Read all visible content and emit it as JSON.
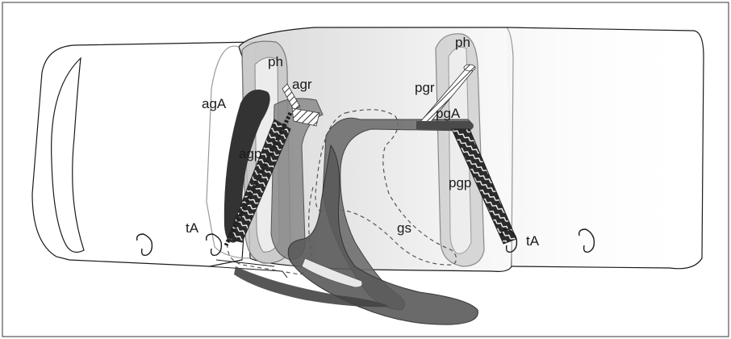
{
  "labels": {
    "ph_left": "ph",
    "agr": "agr",
    "agA": "agA",
    "agp": "agp",
    "tA_left": "tA",
    "ph_right": "ph",
    "pgr": "pgr",
    "pgA": "pgA",
    "pgp": "pgp",
    "gs": "gs",
    "tA_right": "tA"
  },
  "colors": {
    "outline": "#1a1a1a",
    "segment_fill": "#e6e6e6",
    "dark_muscle": "#3a3a3a",
    "mid_muscle": "#7a7a7a",
    "light_muscle": "#a8a8a8",
    "ring_fill": "#c8c8c8"
  }
}
